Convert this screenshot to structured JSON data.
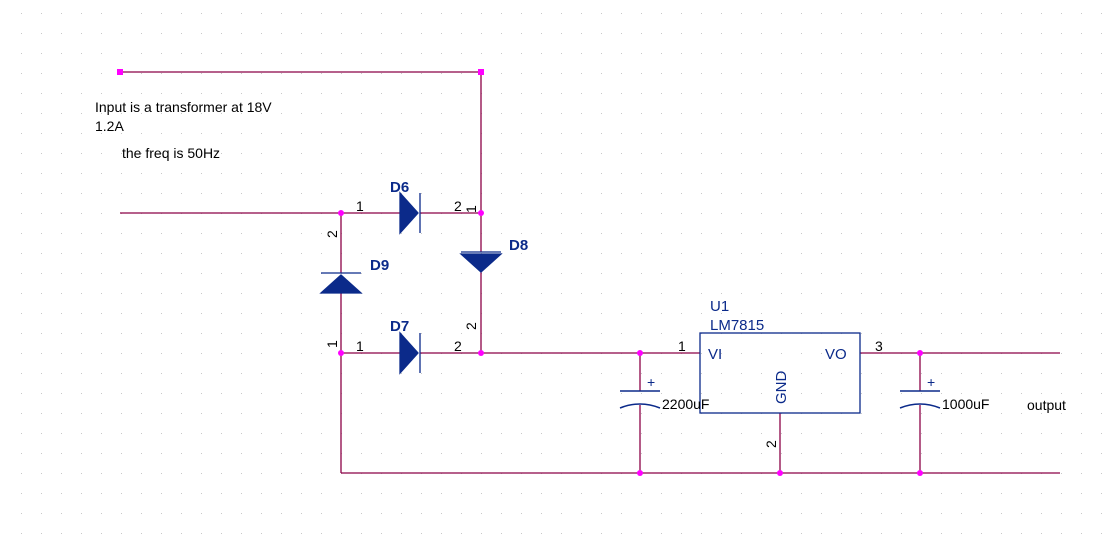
{
  "notes": {
    "line1": "Input is a transformer at 18V",
    "line2": "1.2A",
    "line3": "the freq is 50Hz"
  },
  "diodes": {
    "d6": "D6",
    "d7": "D7",
    "d8": "D8",
    "d9": "D9"
  },
  "pins": {
    "d6_a": "1",
    "d6_k": "2",
    "d7_a": "1",
    "d7_k": "2",
    "d8_a": "1",
    "d8_k": "2",
    "d9_a": "1",
    "d9_k": "2",
    "u1_in": "1",
    "u1_gnd": "2",
    "u1_out": "3"
  },
  "regulator": {
    "ref": "U1",
    "part": "LM7815",
    "vi": "VI",
    "vo": "VO",
    "gnd": "GND"
  },
  "capacitors": {
    "c_in": "2200uF",
    "c_out": "1000uF",
    "plus": "+"
  },
  "output_label": "output",
  "colors": {
    "wire": "#8b0046",
    "component": "#0b2a8a",
    "junction": "#ff00ff",
    "grid_dot": "#c8c8c8"
  }
}
